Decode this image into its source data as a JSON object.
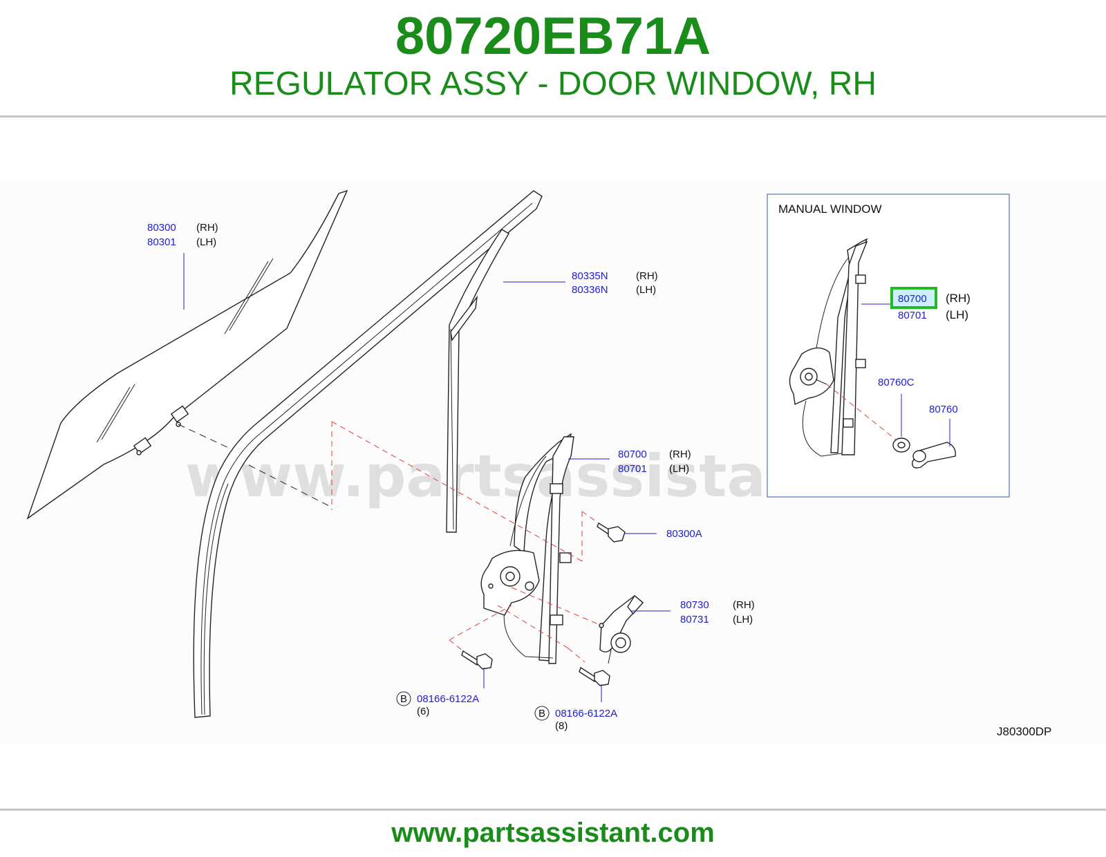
{
  "header": {
    "part_number": "80720EB71A",
    "description": "REGULATOR ASSY - DOOR WINDOW, RH"
  },
  "footer": {
    "site": "www.partsassistant.com"
  },
  "diagram": {
    "watermark": "www.partsassistant.com",
    "code": "J80300DP",
    "inset_title": "MANUAL   WINDOW",
    "glass": {
      "part_rh": "80300",
      "side_rh": "(RH)",
      "part_lh": "80301",
      "side_lh": "(LH)"
    },
    "channel": {
      "part_rh": "80335N",
      "side_rh": "(RH)",
      "part_lh": "80336N",
      "side_lh": "(LH)"
    },
    "regulator": {
      "part_rh": "80700",
      "side_rh": "(RH)",
      "part_lh": "80701",
      "side_lh": "(LH)"
    },
    "bolt": {
      "part": "80300A"
    },
    "motor": {
      "part_rh": "80730",
      "side_rh": "(RH)",
      "part_lh": "80731",
      "side_lh": "(LH)"
    },
    "screw_left": {
      "marker": "B",
      "part": "08166-6122A",
      "qty": "(6)"
    },
    "screw_right": {
      "marker": "B",
      "part": "08166-6122A",
      "qty": "(8)"
    },
    "inset_regulator": {
      "part_rh": "80700",
      "side_rh": "(RH)",
      "part_lh": "80701",
      "side_lh": "(LH)",
      "highlight_color": "#22bb22"
    },
    "inset_washer": {
      "part": "80760C"
    },
    "inset_handle": {
      "part": "80760"
    }
  },
  "colors": {
    "brand_green": "#1a8c1a",
    "part_link_blue": "#1d1dd0",
    "guide_red": "#e23a3a"
  }
}
